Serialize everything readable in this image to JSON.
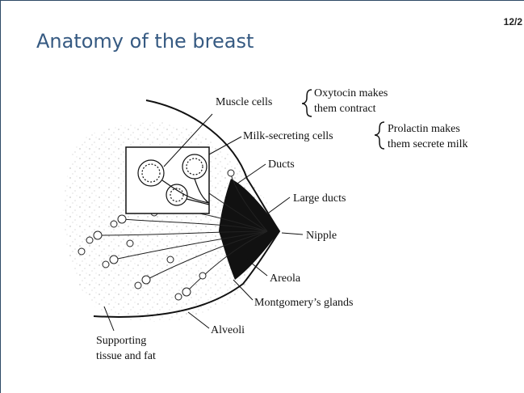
{
  "slide": {
    "title": "Anatomy of the breast",
    "page_number": "12/2"
  },
  "diagram": {
    "labels": {
      "muscle_cells": "Muscle cells",
      "oxytocin_line1": "Oxytocin makes",
      "oxytocin_line2": "them contract",
      "milk_secreting_cells": "Milk-secreting cells",
      "prolactin_line1": "Prolactin makes",
      "prolactin_line2": "them secrete milk",
      "ducts": "Ducts",
      "large_ducts": "Large ducts",
      "nipple": "Nipple",
      "areola": "Areola",
      "montgomerys_glands": "Montgomery’s glands",
      "alveoli": "Alveoli",
      "supporting_line1": "Supporting",
      "supporting_line2": "tissue and fat"
    }
  }
}
